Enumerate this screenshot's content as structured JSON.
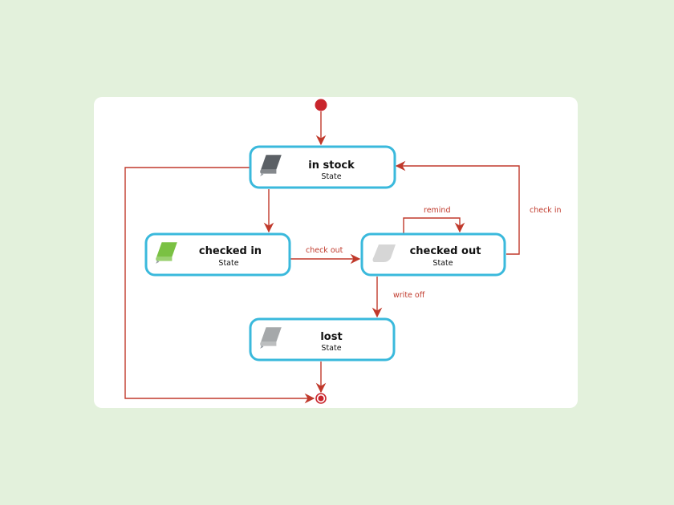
{
  "diagram": {
    "type": "state-machine",
    "colors": {
      "background": "#e3f1dc",
      "canvas": "#ffffff",
      "node_border": "#3ab9dc",
      "edge": "#c0392b",
      "label": "#c0392b"
    },
    "nodes": [
      {
        "id": "in_stock",
        "title": "in stock",
        "subtitle": "State",
        "icon": "book-icon",
        "icon_color": "#5b6065"
      },
      {
        "id": "checked_in",
        "title": "checked in",
        "subtitle": "State",
        "icon": "book-icon",
        "icon_color": "#7ac143"
      },
      {
        "id": "checked_out",
        "title": "checked out",
        "subtitle": "State",
        "icon": "book-outline-icon",
        "icon_color": "#d6d6d6"
      },
      {
        "id": "lost",
        "title": "lost",
        "subtitle": "State",
        "icon": "book-icon",
        "icon_color": "#a5a8aa"
      }
    ],
    "edges": [
      {
        "from": "start",
        "to": "in_stock",
        "label": ""
      },
      {
        "from": "in_stock",
        "to": "checked_in",
        "label": ""
      },
      {
        "from": "checked_in",
        "to": "checked_out",
        "label": "check out"
      },
      {
        "from": "checked_out",
        "to": "checked_out",
        "label": "remind"
      },
      {
        "from": "checked_out",
        "to": "in_stock",
        "label": "check in"
      },
      {
        "from": "checked_out",
        "to": "lost",
        "label": "write off"
      },
      {
        "from": "lost",
        "to": "end",
        "label": ""
      },
      {
        "from": "in_stock",
        "to": "end",
        "label": ""
      }
    ],
    "labels": {
      "check_out": "check out",
      "remind": "remind",
      "check_in": "check in",
      "write_off": "write off"
    }
  }
}
